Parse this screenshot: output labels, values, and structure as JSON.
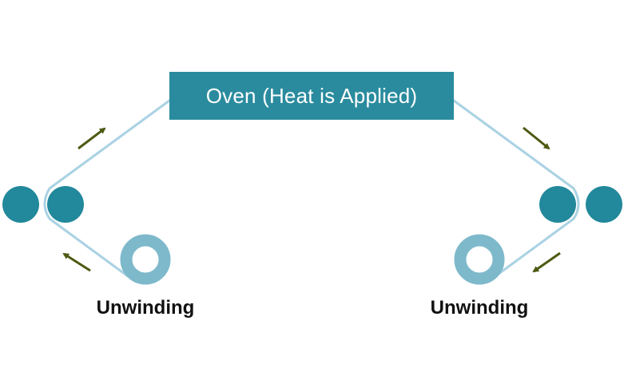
{
  "oven": {
    "label": "Oven (Heat is Applied)"
  },
  "left_roll": {
    "label": "Unwinding"
  },
  "right_roll": {
    "label": "Unwinding"
  },
  "colors": {
    "oven_fill": "#2a8b9e",
    "oven_text": "#ffffff",
    "roller_fill": "#22889b",
    "unwind_ring": "#7eb9cb",
    "web_line": "#a9d2e3",
    "arrow": "#4c5a12",
    "label_text": "#111111"
  }
}
